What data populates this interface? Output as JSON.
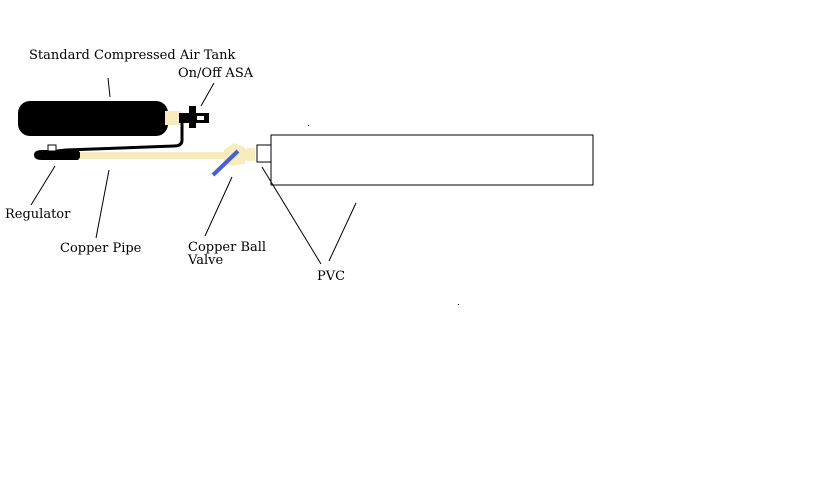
{
  "labels": {
    "tank": "Standard Compressed Air Tank",
    "asa": "On/Off ASA",
    "regulator": "Regulator",
    "copper_pipe": "Copper Pipe",
    "ball_valve_line1": "Copper Ball",
    "ball_valve_line2": "Valve",
    "pvc": "PVC"
  },
  "colors": {
    "tank": "#000000",
    "copper": "#f7ecbe",
    "valve_handle": "#4a5fd0",
    "line": "#000000",
    "background": "#ffffff"
  }
}
